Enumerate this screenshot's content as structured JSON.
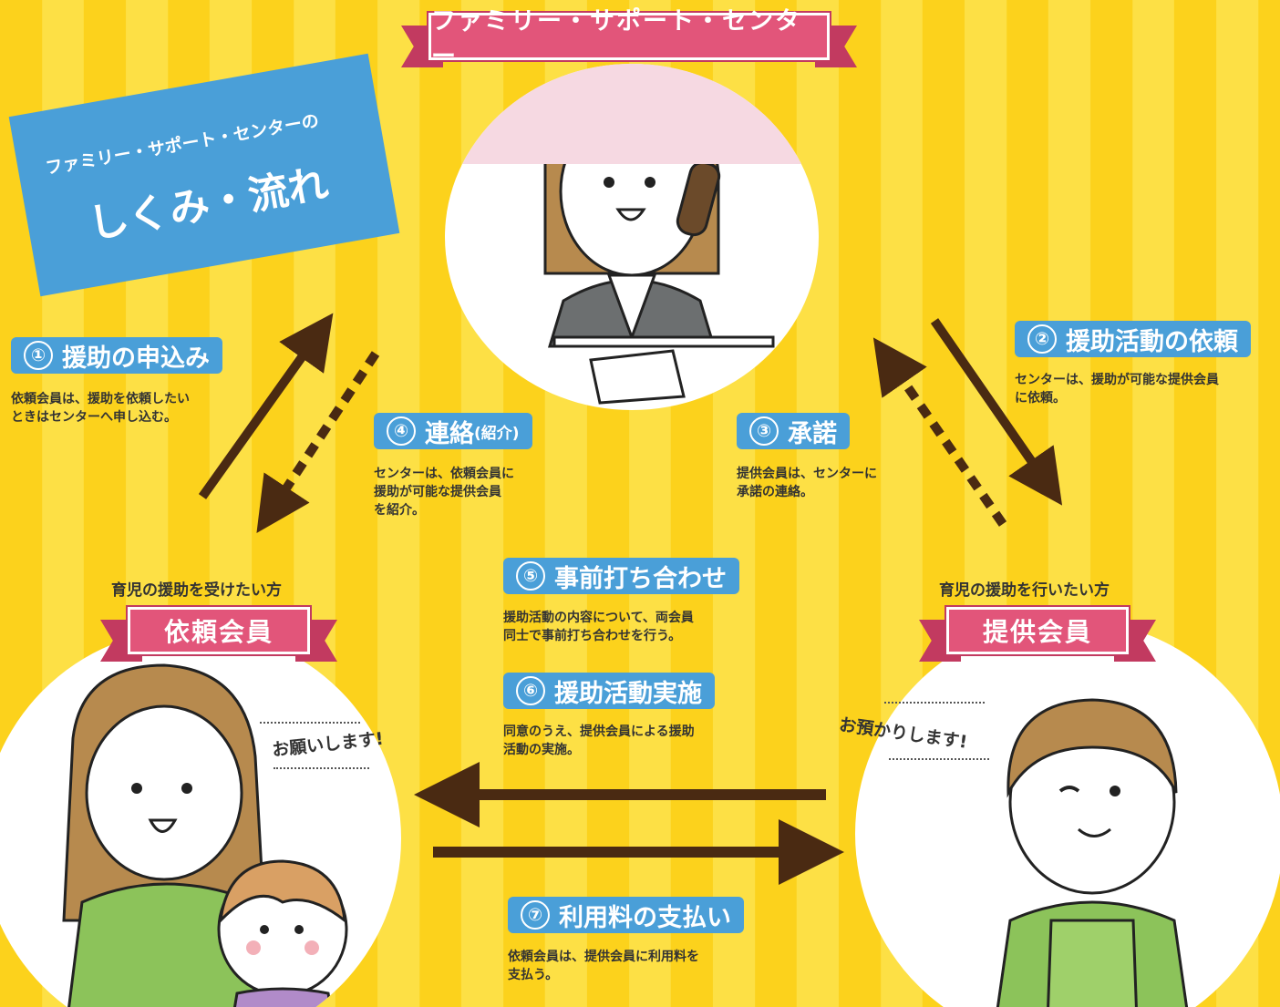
{
  "center_ribbon": "ファミリー・サポート・センター",
  "title": {
    "line1": "ファミリー・サポート・センターの",
    "line2": "しくみ・流れ"
  },
  "steps": [
    {
      "num": "①",
      "label": "援助の申込み",
      "desc": [
        "依頼会員は、援助を依頼したい",
        "ときはセンターへ申し込む。"
      ]
    },
    {
      "num": "②",
      "label": "援助活動の依頼",
      "desc": [
        "センターは、援助が可能な提供会員",
        "に依頼。"
      ]
    },
    {
      "num": "③",
      "label": "承諾",
      "desc": [
        "提供会員は、センターに",
        "承諾の連絡。"
      ]
    },
    {
      "num": "④",
      "label": "連絡",
      "label_small": "(紹介)",
      "desc": [
        "センターは、依頼会員に",
        "援助が可能な提供会員",
        "を紹介。"
      ]
    },
    {
      "num": "⑤",
      "label": "事前打ち合わせ",
      "desc": [
        "援助活動の内容について、両会員",
        "同士で事前打ち合わせを行う。"
      ]
    },
    {
      "num": "⑥",
      "label": "援助活動実施",
      "desc": [
        "同意のうえ、提供会員による援助",
        "活動の実施。"
      ]
    },
    {
      "num": "⑦",
      "label": "利用料の支払い",
      "desc": [
        "依頼会員は、提供会員に利用料を",
        "支払う。"
      ]
    }
  ],
  "left_member": {
    "audience": "育児の援助を受けたい方",
    "ribbon": "依頼会員",
    "speech": "お願いします!"
  },
  "right_member": {
    "audience": "育児の援助を行いたい方",
    "ribbon": "提供会員",
    "speech": "お預かりします!"
  },
  "colors": {
    "background": "#fcd21c",
    "step_blue": "#4a9fd8",
    "ribbon_pink": "#e2557a",
    "arrow": "#4a2a12"
  },
  "icons": [
    "staff-on-phone-illustration",
    "mother-and-child-illustration",
    "provider-man-illustration"
  ]
}
